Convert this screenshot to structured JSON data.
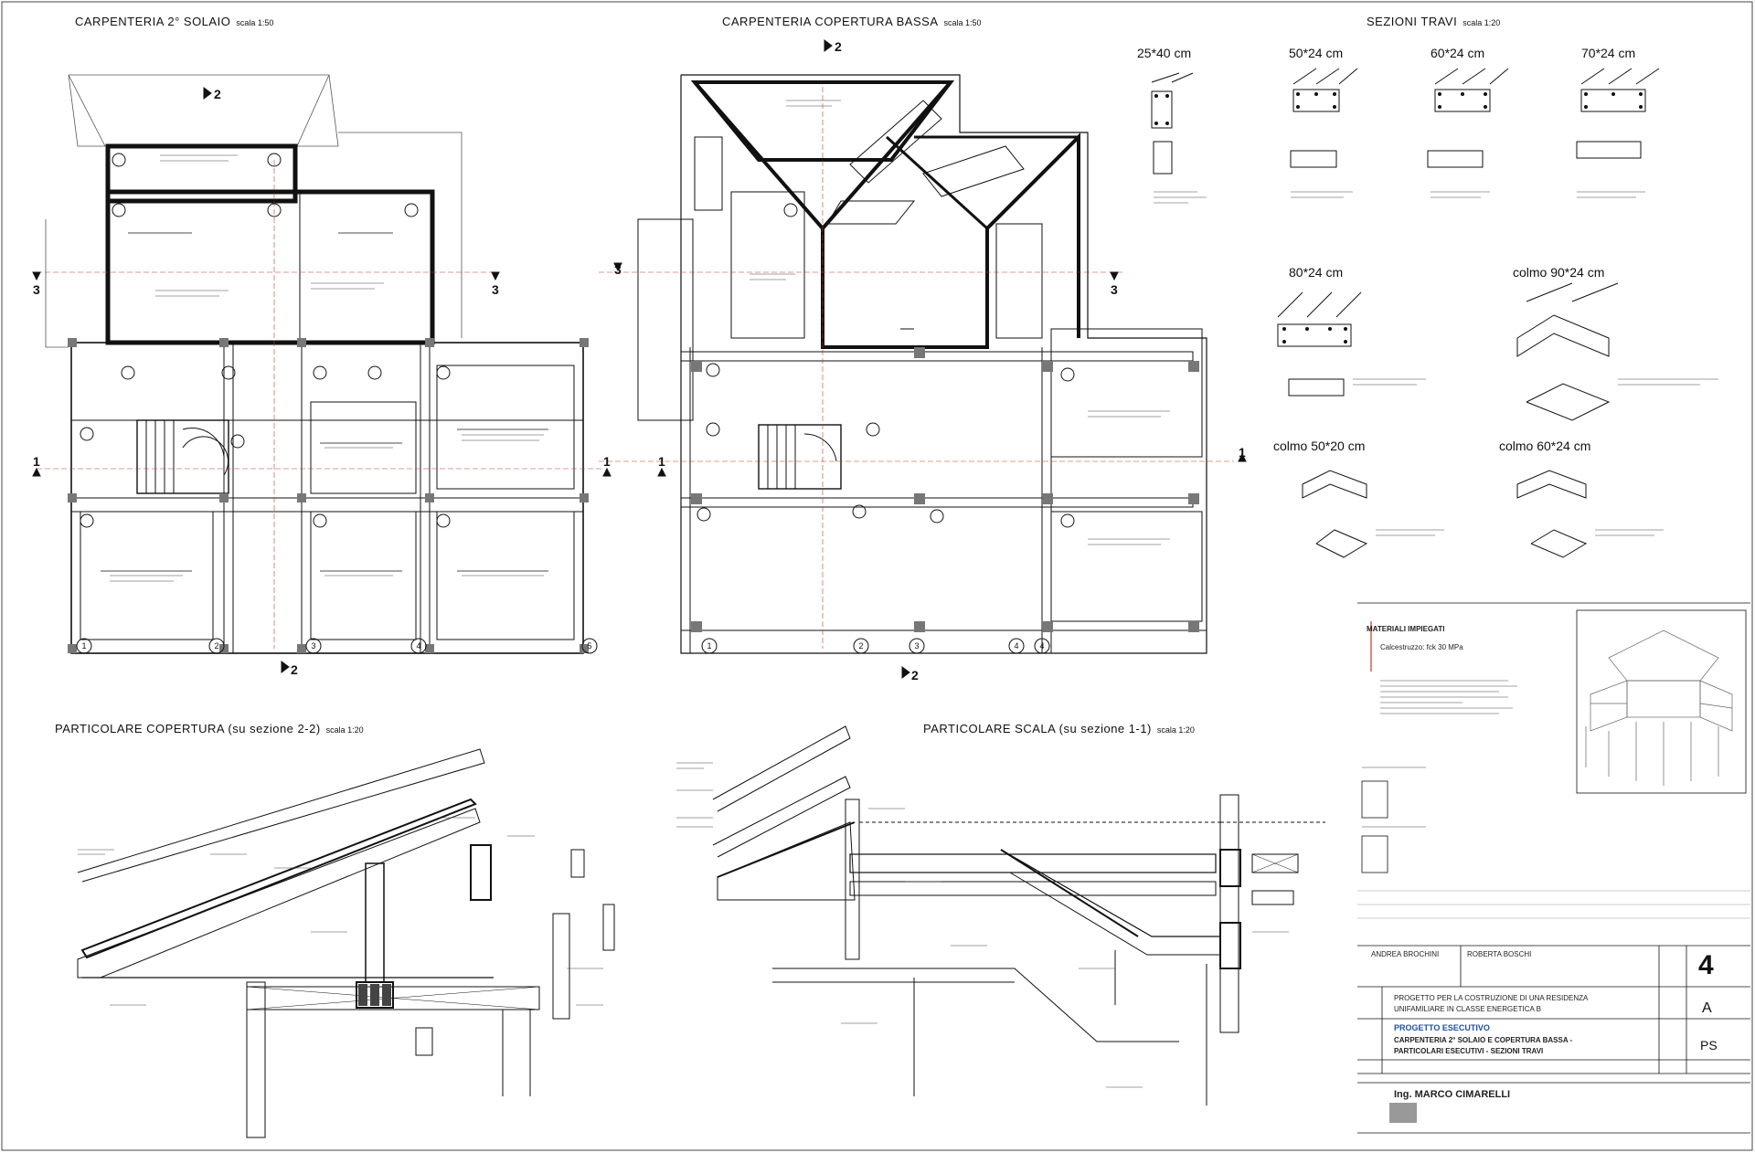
{
  "titles": {
    "carp2": {
      "label": "CARPENTERIA 2° SOLAIO",
      "scale": "scala 1:50"
    },
    "carpCop": {
      "label": "CARPENTERIA COPERTURA BASSA",
      "scale": "scala 1:50"
    },
    "sezTravi": {
      "label": "SEZIONI TRAVI",
      "scale": "scala 1:20"
    },
    "partCop": {
      "label": "PARTICOLARE COPERTURA (su sezione 2-2)",
      "scale": "scala 1:20"
    },
    "partScala": {
      "label": "PARTICOLARE SCALA (su sezione 1-1)",
      "scale": "scala 1:20"
    }
  },
  "sections": {
    "s1": "25*40 cm",
    "s2": "50*24 cm",
    "s3": "60*24 cm",
    "s4": "70*24 cm",
    "s5": "80*24 cm",
    "s6": "colmo 90*24 cm",
    "s7": "colmo 50*20 cm",
    "s8": "colmo 60*24 cm"
  },
  "section_marks": {
    "two": "2",
    "three": "3",
    "one": "1"
  },
  "axes": [
    "1",
    "2",
    "3",
    "4",
    "5"
  ],
  "titleblock": {
    "sheet_number": "4",
    "rev": "A",
    "code": "PS",
    "author1": "ANDREA BROCHINI",
    "author2": "ROBERTA BOSCHI",
    "project_line1": "PROGETTO PER LA COSTRUZIONE DI UNA RESIDENZA",
    "project_line2": "UNIFAMILIARE IN CLASSE ENERGETICA B",
    "highlight": "PROGETTO ESECUTIVO",
    "content_line1": "CARPENTERIA 2° SOLAIO E COPERTURA BASSA -",
    "content_line2": "PARTICOLARI ESECUTIVI - SEZIONI TRAVI",
    "engineer_prefix": "Ing.",
    "engineer_name": "MARCO  CIMARELLI",
    "materials_title": "MATERIALI IMPIEGATI",
    "concrete": "Calcestruzzo: fck 30 MPa"
  },
  "colors": {
    "ink": "#111111",
    "grid": "#d8d8d8",
    "accent": "#c0392b",
    "link": "#1f4fa8"
  }
}
